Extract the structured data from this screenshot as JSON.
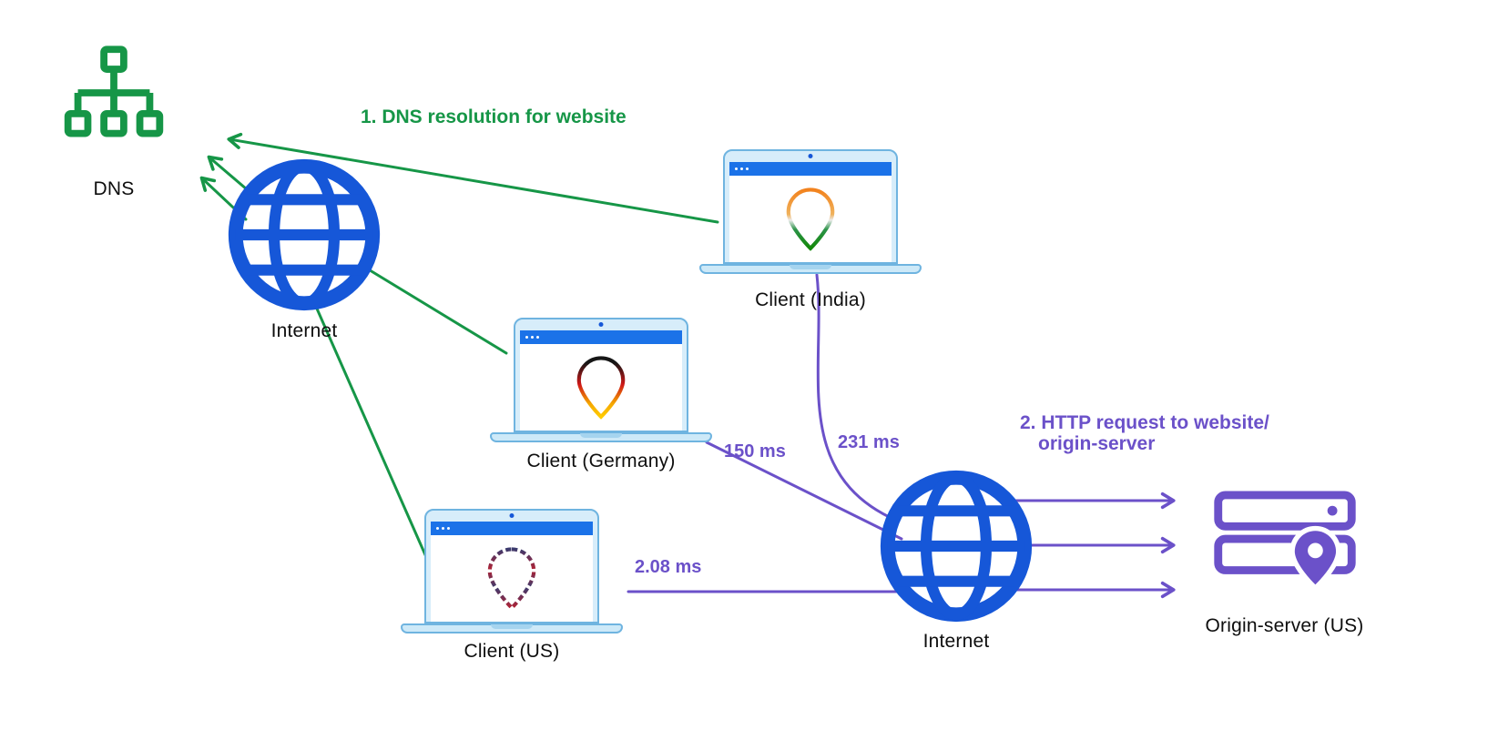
{
  "diagram": {
    "flow1": {
      "label": "1. DNS resolution for website"
    },
    "flow2": {
      "line1": "2. HTTP request to website/",
      "line2": "origin-server"
    },
    "nodes": {
      "dns": {
        "label": "DNS"
      },
      "internet_left": {
        "label": "Internet"
      },
      "client_india": {
        "label": "Client (India)"
      },
      "client_germany": {
        "label": "Client (Germany)"
      },
      "client_us": {
        "label": "Client (US)"
      },
      "internet_right": {
        "label": "Internet"
      },
      "origin_server": {
        "label": "Origin-server (US)"
      }
    },
    "latencies": {
      "india": "231 ms",
      "germany": "150 ms",
      "us": "2.08 ms"
    },
    "colors": {
      "dns_flow_green": "#169647",
      "internet_blue": "#1657d8",
      "http_flow_purple": "#6b51c9",
      "laptop_frame_blue": "#6fb4e0",
      "laptop_fill_light_blue": "#d7edfa",
      "browser_bar_blue": "#1b72e8",
      "text_black": "#0e0e0e"
    },
    "icons": {
      "dns": "sitemap-icon",
      "internet": "globe-icon",
      "clients": "laptop-icon",
      "client_india_pin": "india-flag-location-pin-icon",
      "client_germany_pin": "germany-flag-location-pin-icon",
      "client_us_pin": "us-flag-location-pin-icon",
      "origin_server": "server-rack-location-icon"
    }
  }
}
